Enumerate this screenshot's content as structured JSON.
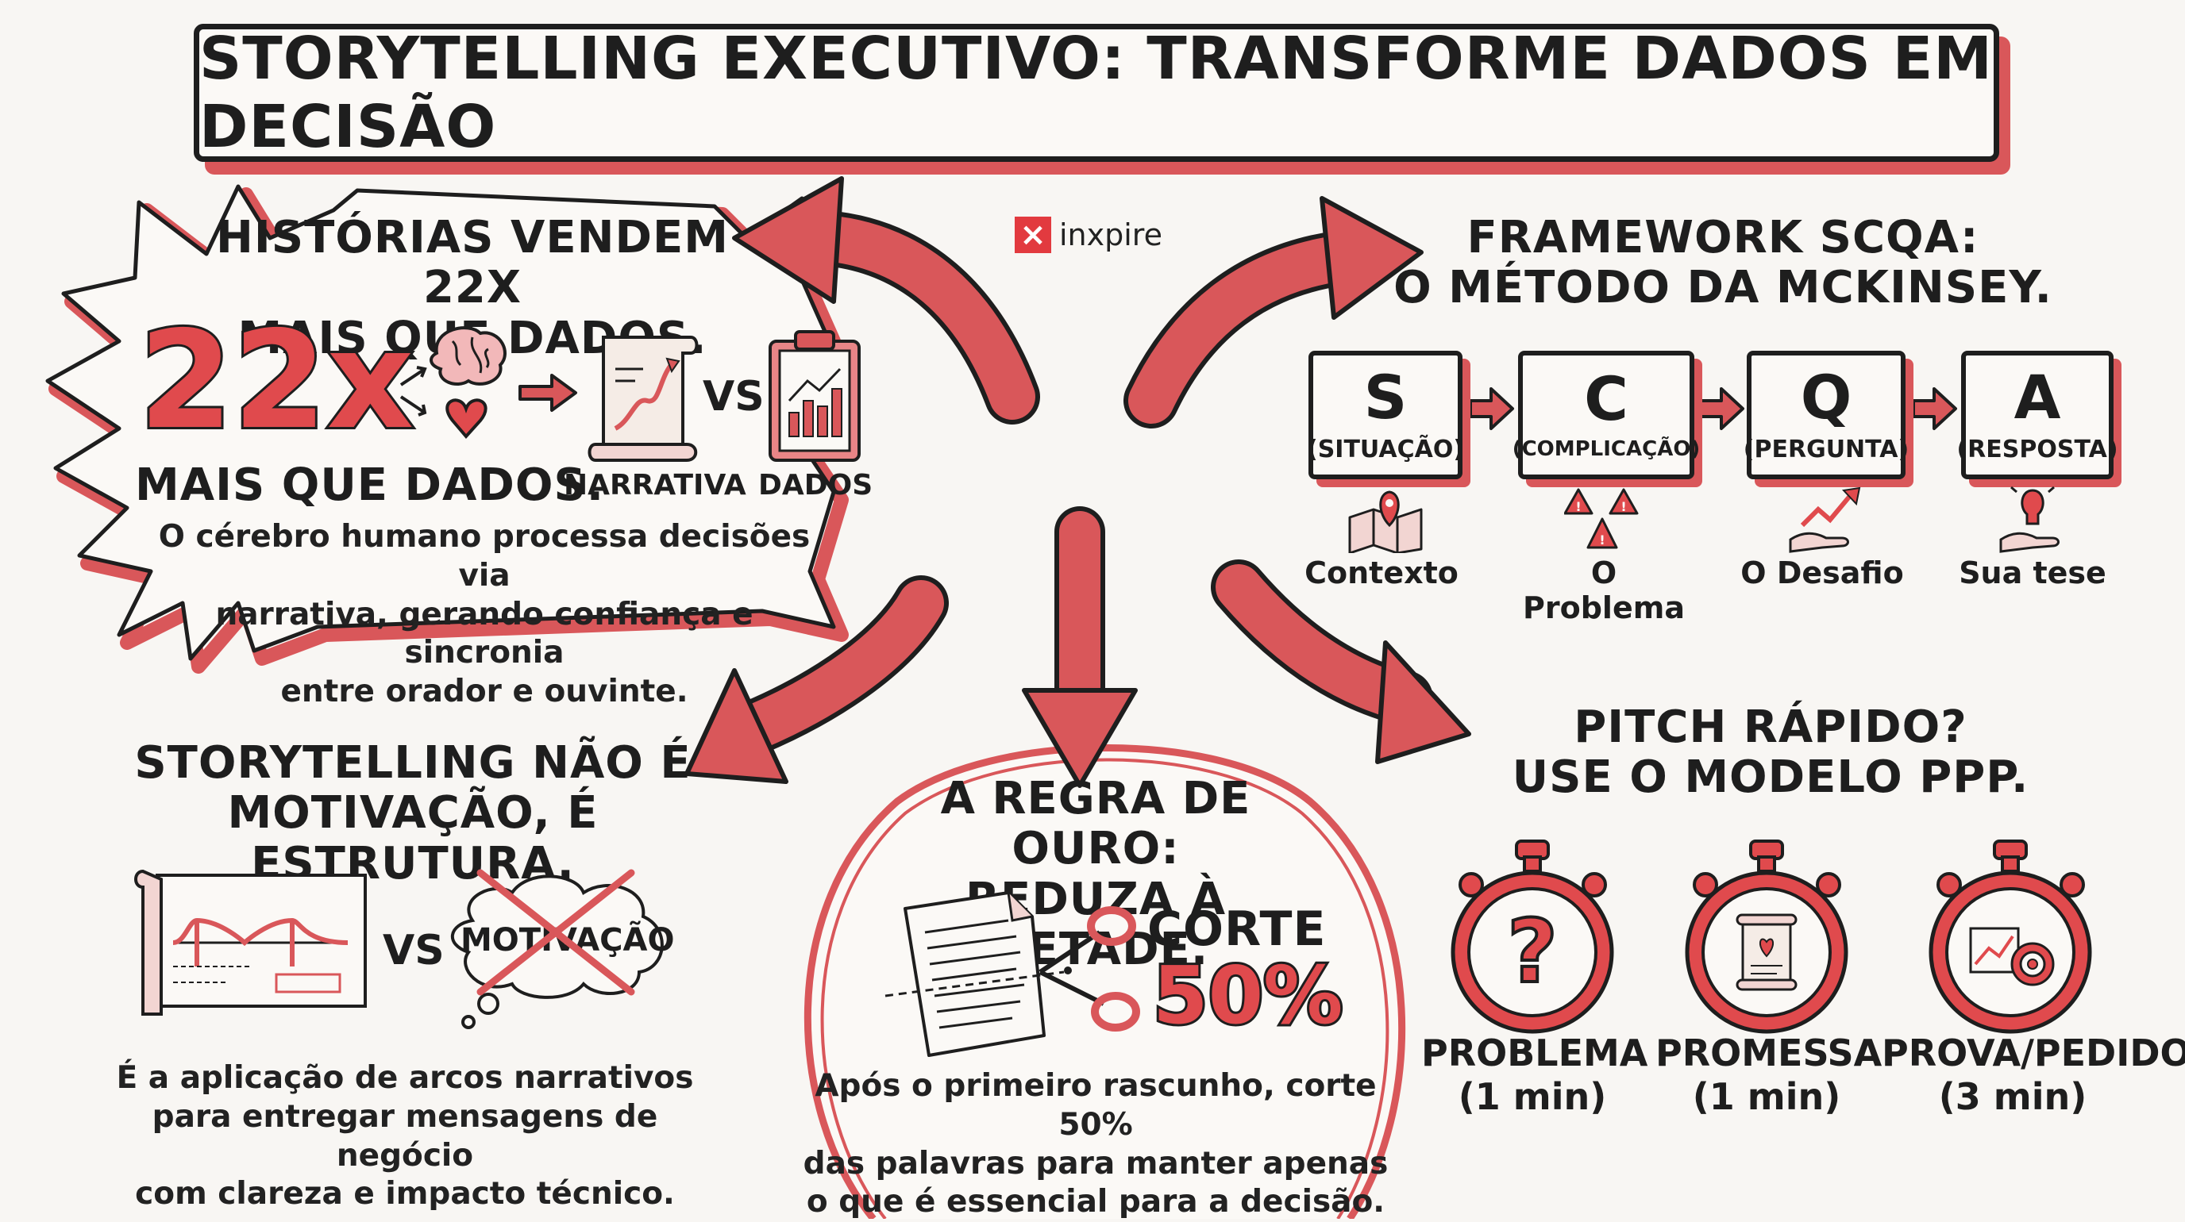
{
  "title": "STORYTELLING EXECUTIVO: TRANSFORME DADOS EM DECISÃO",
  "brand": {
    "name": "inxpire",
    "mark": "×"
  },
  "colors": {
    "accent": "#d9575a",
    "ink": "#1e1e1e",
    "paper": "#f8f6f3"
  },
  "stories": {
    "heading_line1": "HISTÓRIAS VENDEM 22X",
    "heading_line2": "MAIS QUE DADOS.",
    "big_number": "22x",
    "subtitle": "MAIS QUE DADOS.",
    "vs": "VS",
    "label_narrative": "NARRATIVA",
    "label_data": "DADOS",
    "body_line1": "O cérebro humano processa decisões via",
    "body_line2": "narrativa, gerando confiança e sincronia",
    "body_line3": "entre orador e ouvinte.",
    "icons": [
      "brain-icon",
      "heart-icon",
      "scroll-chart-icon",
      "clipboard-chart-icon"
    ]
  },
  "scqa": {
    "heading_line1": "FRAMEWORK SCQA:",
    "heading_line2": "O MÉTODO DA MCKINSEY.",
    "steps": [
      {
        "letter": "S",
        "sub": "(SITUAÇÃO)",
        "label": "Contexto",
        "icon": "map-pin-icon"
      },
      {
        "letter": "C",
        "sub": "(COMPLICAÇÃO)",
        "label": "O Problema",
        "icon": "warning-icon"
      },
      {
        "letter": "Q",
        "sub": "(PERGUNTA)",
        "label": "O Desafio",
        "icon": "growth-hand-icon"
      },
      {
        "letter": "A",
        "sub": "(RESPOSTA)",
        "label": "Sua tese",
        "icon": "lightbulb-hand-icon"
      }
    ]
  },
  "structure": {
    "heading_line1": "STORYTELLING NÃO É",
    "heading_line2": "MOTIVAÇÃO, É ESTRUTURA.",
    "vs": "VS",
    "crossed_word": "MOTIVAÇÃO",
    "body_line1": "É a aplicação de arcos narrativos",
    "body_line2": "para entregar mensagens de negócio",
    "body_line3": "com clareza e impacto técnico.",
    "icons": [
      "bridge-blueprint-icon",
      "thought-cloud-icon"
    ]
  },
  "golden_rule": {
    "heading_line1": "A REGRA DE OURO:",
    "heading_line2": "REDUZA À METADE.",
    "cut_label": "CORTE",
    "cut_value": "50%",
    "body_line1": "Após o primeiro rascunho, corte 50%",
    "body_line2": "das palavras para manter apenas",
    "body_line3": "o que é essencial para a decisão.",
    "icons": [
      "document-icon",
      "scissors-icon"
    ]
  },
  "pitch": {
    "heading_line1": "PITCH RÁPIDO?",
    "heading_line2": "USE O MODELO PPP.",
    "items": [
      {
        "name": "PROBLEMA",
        "time": "(1 min)",
        "icon": "question-stopwatch-icon"
      },
      {
        "name": "PROMESSA",
        "time": "(1 min)",
        "icon": "scroll-stopwatch-icon"
      },
      {
        "name": "PROVA/PEDIDO",
        "time": "(3 min)",
        "icon": "target-stopwatch-icon"
      }
    ]
  }
}
